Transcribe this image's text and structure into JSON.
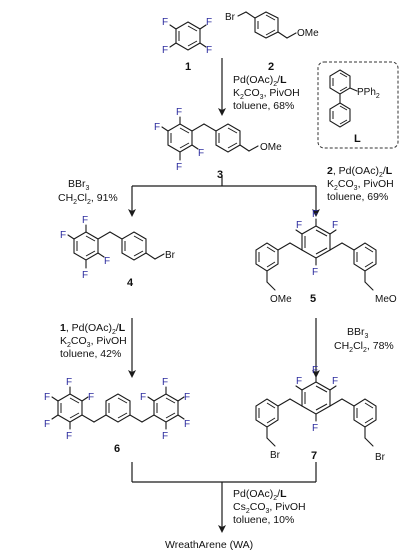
{
  "compounds": {
    "c1": {
      "number": "1"
    },
    "c2": {
      "number": "2",
      "left_group": "Br",
      "right_group": "OMe"
    },
    "c3": {
      "number": "3",
      "group": "OMe"
    },
    "c4": {
      "number": "4",
      "group": "Br"
    },
    "c5": {
      "number": "5",
      "left_group": "OMe",
      "right_group": "MeO"
    },
    "c6": {
      "number": "6"
    },
    "c7": {
      "number": "7",
      "left_group": "Br",
      "right_group": "Br"
    },
    "ligand": {
      "label": "L",
      "group": "PPh",
      "group_sub": "2"
    },
    "atom_F": "F"
  },
  "steps": {
    "step1": {
      "cat": "Pd(OAc)",
      "cat_sub": "2",
      "cat_suffix": "/",
      "cat_ligand": "L",
      "base": "K",
      "base_sub1": "2",
      "base_mid": "CO",
      "base_sub2": "3",
      "base_suffix": ", PivOH",
      "conditions": "toluene, 68%"
    },
    "step_left": {
      "reagent": "BBr",
      "reagent_sub": "3",
      "solvent": "CH",
      "solvent_sub1": "2",
      "solvent_mid": "Cl",
      "solvent_sub2": "2",
      "solvent_suffix": ", 91%"
    },
    "step_right": {
      "prefix": "2",
      "cat": ", Pd(OAc)",
      "cat_sub": "2",
      "cat_suffix": "/",
      "cat_ligand": "L",
      "base": "K",
      "base_sub1": "2",
      "base_mid": "CO",
      "base_sub2": "3",
      "base_suffix": ", PivOH",
      "conditions": "toluene, 69%"
    },
    "step_46": {
      "prefix": "1",
      "cat": ", Pd(OAc)",
      "cat_sub": "2",
      "cat_suffix": "/",
      "cat_ligand": "L",
      "base": "K",
      "base_sub1": "2",
      "base_mid": "CO",
      "base_sub2": "3",
      "base_suffix": ", PivOH",
      "conditions": "toluene, 42%"
    },
    "step_57": {
      "reagent": "BBr",
      "reagent_sub": "3",
      "solvent": "CH",
      "solvent_sub1": "2",
      "solvent_mid": "Cl",
      "solvent_sub2": "2",
      "solvent_suffix": ", 78%"
    },
    "step_final": {
      "cat": "Pd(OAc)",
      "cat_sub": "2",
      "cat_suffix": "/",
      "cat_ligand": "L",
      "base": "Cs",
      "base_sub1": "2",
      "base_mid": "CO",
      "base_sub2": "3",
      "base_suffix": ", PivOH",
      "conditions": "toluene, 10%"
    }
  },
  "product": {
    "label": "WreathArene (WA)"
  }
}
